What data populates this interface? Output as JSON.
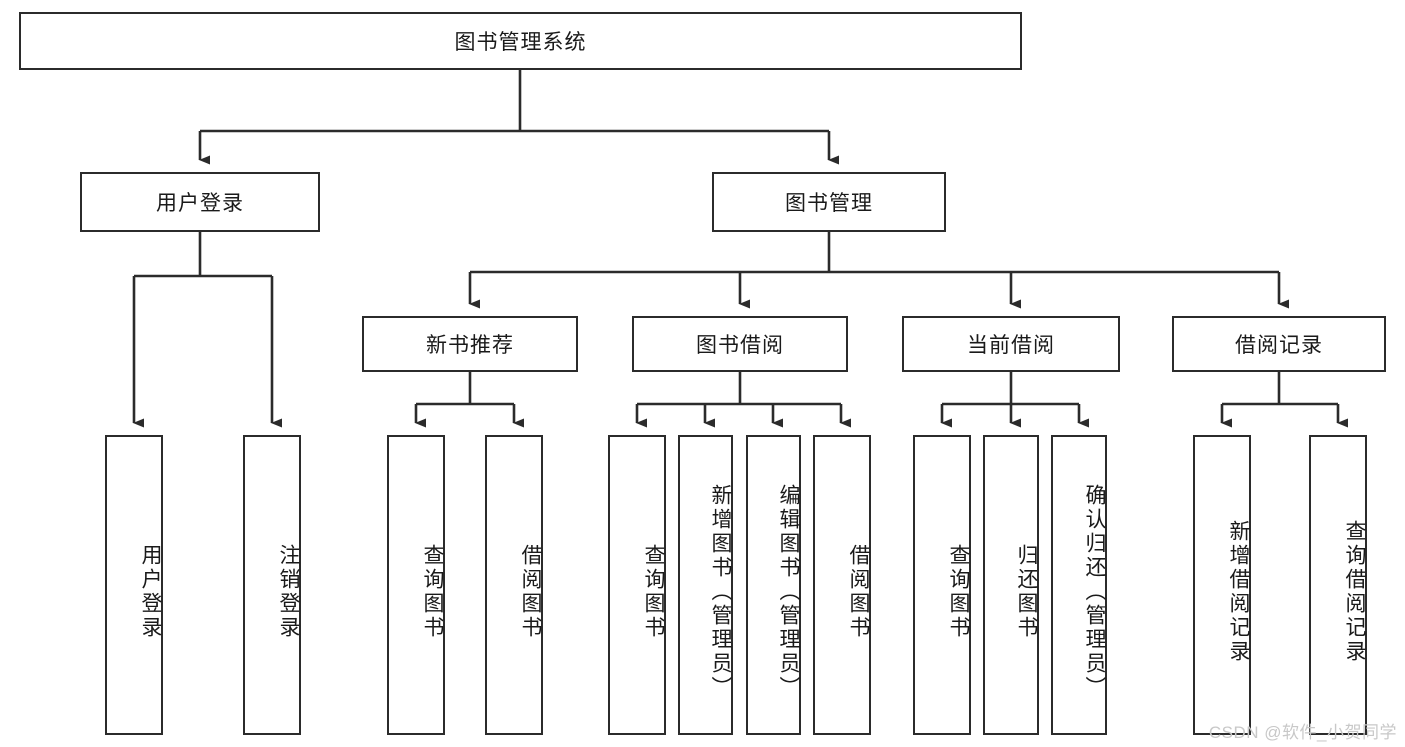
{
  "diagram": {
    "title": "图书管理系统",
    "type": "tree-hierarchy-diagram",
    "colors": {
      "background": "#ffffff",
      "box_border": "#2b2b2b",
      "box_fill": "#ffffff",
      "connector": "#2b2b2b",
      "text": "#1a1a1a",
      "watermark": "#c8c8c8"
    },
    "root": {
      "label": "图书管理系统"
    },
    "level2": [
      {
        "label": "用户登录"
      },
      {
        "label": "图书管理"
      }
    ],
    "level3": [
      {
        "label": "新书推荐"
      },
      {
        "label": "图书借阅"
      },
      {
        "label": "当前借阅"
      },
      {
        "label": "借阅记录"
      }
    ],
    "leaves": {
      "user_login": [
        {
          "label": "用户登录"
        },
        {
          "label": "注销登录"
        }
      ],
      "new_book_recommend": [
        {
          "label": "查询图书"
        },
        {
          "label": "借阅图书"
        }
      ],
      "book_borrow": [
        {
          "label": "查询图书"
        },
        {
          "label": "新增图书（管理员）"
        },
        {
          "label": "编辑图书（管理员）"
        },
        {
          "label": "借阅图书"
        }
      ],
      "current_borrow": [
        {
          "label": "查询图书"
        },
        {
          "label": "归还图书"
        },
        {
          "label": "确认归还（管理员）"
        }
      ],
      "borrow_record": [
        {
          "label": "新增借阅记录"
        },
        {
          "label": "查询借阅记录"
        }
      ]
    }
  },
  "watermark": {
    "text": "CSDN @软件_小贺同学"
  }
}
